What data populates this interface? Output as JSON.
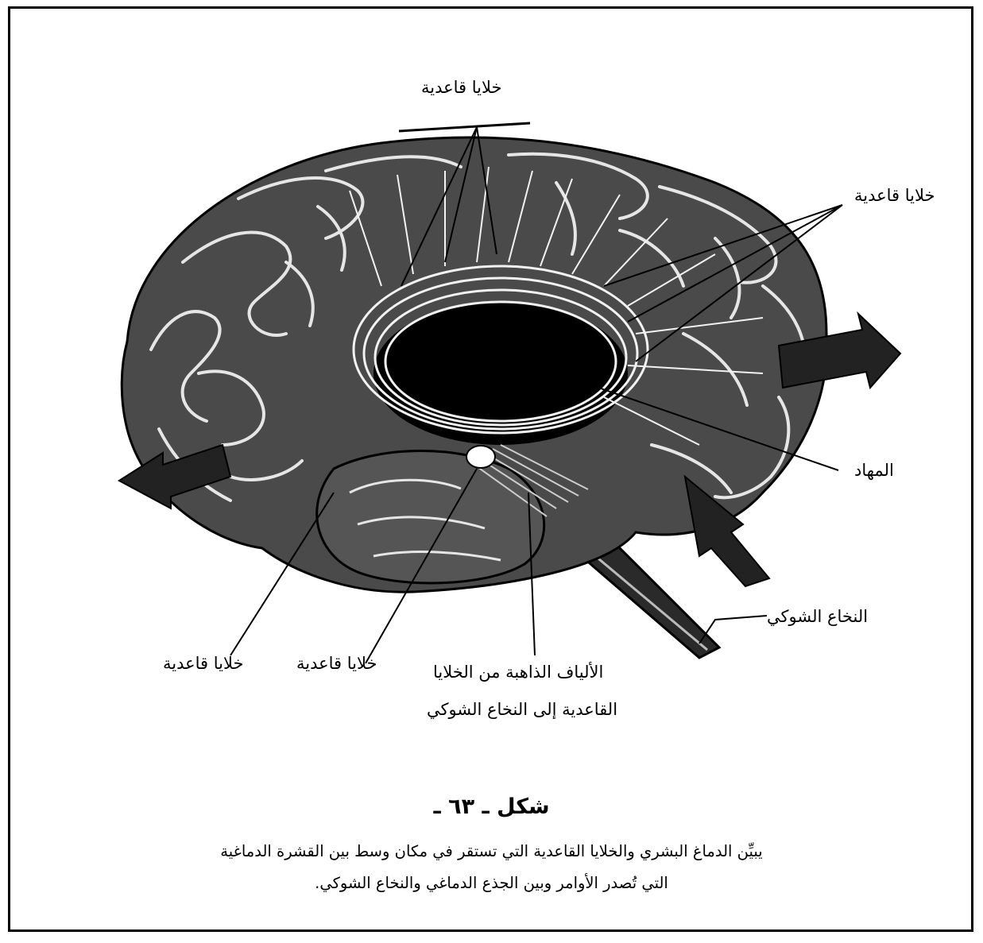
{
  "labels": {
    "top_basal_cells": "خلايا قاعدية",
    "right_basal_cells": "خلايا قاعدية",
    "thalamus": "المهاد",
    "spinal_cord": "النخاع الشوكي",
    "left_basal_cells": "خلايا قاعدية",
    "center_basal_cells": "خلايا قاعدية",
    "fibers_line1": "الألياف الذاهبة من الخلايا",
    "fibers_line2": "القاعدية إلى النخاع الشوكي"
  },
  "figure": {
    "title": "شكل ـ ٦٣ ـ",
    "caption_line1": "يبيِّن الدماغ البشري والخلايا القاعدية التي تستقر في مكان وسط بين القشرة الدماغية",
    "caption_line2": "التي تُصدر الأوامر وبين الجذع الدماغي والنخاع الشوكي."
  }
}
